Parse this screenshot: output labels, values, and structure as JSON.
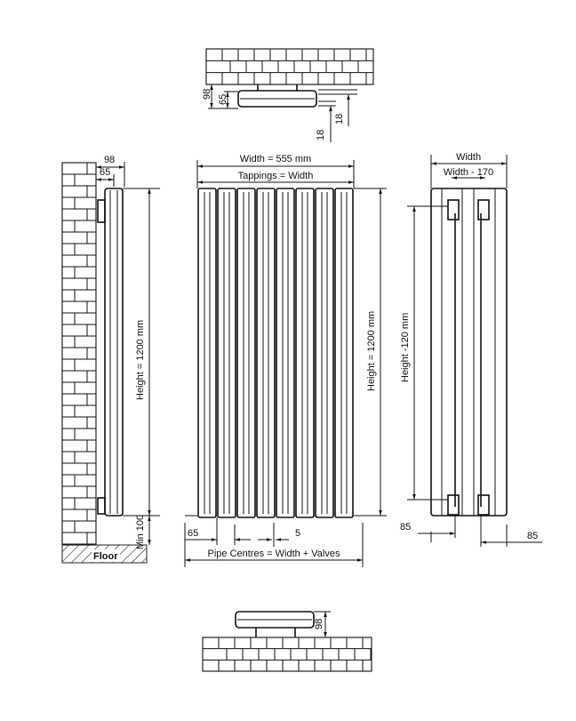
{
  "top_view": {
    "dim_98": "98",
    "dim_65": "65",
    "dim_18_a": "18",
    "dim_18_b": "18"
  },
  "side_view": {
    "dim_98": "98",
    "dim_65": "65",
    "height": "Height = 1200 mm",
    "min_floor": "Min 100",
    "floor": "Floor"
  },
  "front_view": {
    "width": "Width = 555 mm",
    "tappings": "Tappings = Width",
    "height": "Height = 1200 mm",
    "dim_65": "65",
    "dim_5": "5",
    "pipe_centres": "Pipe Centres = Width + Valves",
    "columns": 8
  },
  "back_view": {
    "width": "Width",
    "width_minus": "Width - 170",
    "height": "Height -120 mm",
    "dim_85_left": "85",
    "dim_85_right": "85"
  },
  "bottom_view": {
    "dim_98": "98"
  }
}
